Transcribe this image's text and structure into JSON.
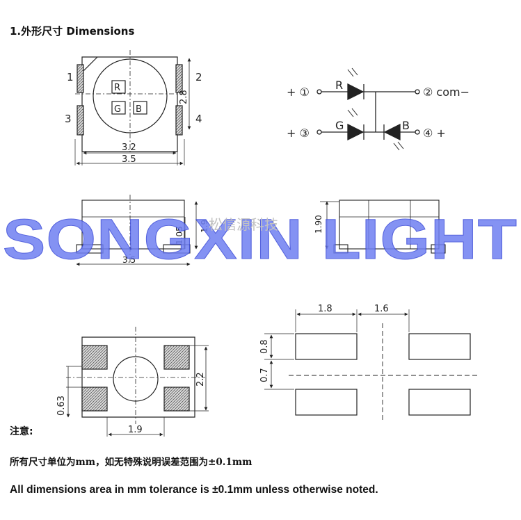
{
  "title": "1.外形尺寸 Dimensions",
  "top_view": {
    "pins": [
      "1",
      "2",
      "3",
      "4"
    ],
    "chips": [
      "R",
      "G",
      "B"
    ],
    "dim_width_inner": "3.2",
    "dim_width_outer": "3.5",
    "dim_height": "2.8"
  },
  "schematic": {
    "terminals": [
      "+ ①",
      "+ ③",
      "② com−",
      "④ +"
    ],
    "labels": [
      "R",
      "G",
      "B"
    ]
  },
  "side_view": {
    "dim_height_left": "1.05",
    "dim_height_total_left": "1.9",
    "dim_bottom": "3.5",
    "dim_height_right": "1.90"
  },
  "bottom_view": {
    "dim_pad_offset": "0.63",
    "dim_pad_spacing": "1.9",
    "dim_height": "2.2"
  },
  "footprint": {
    "dim_pad_width": "1.8",
    "dim_gap": "1.6",
    "dim_pad_height": "0.8",
    "dim_pad_gap": "0.7"
  },
  "watermark": {
    "main": "SONGXIN LIGHT",
    "cn": "松信源科技"
  },
  "notes": {
    "heading": "注意:",
    "cn": "所有尺寸单位为mm，如无特殊说明误差范围为±0.1mm",
    "en": "All dimensions area in mm tolerance is ±0.1mm unless otherwise noted."
  }
}
